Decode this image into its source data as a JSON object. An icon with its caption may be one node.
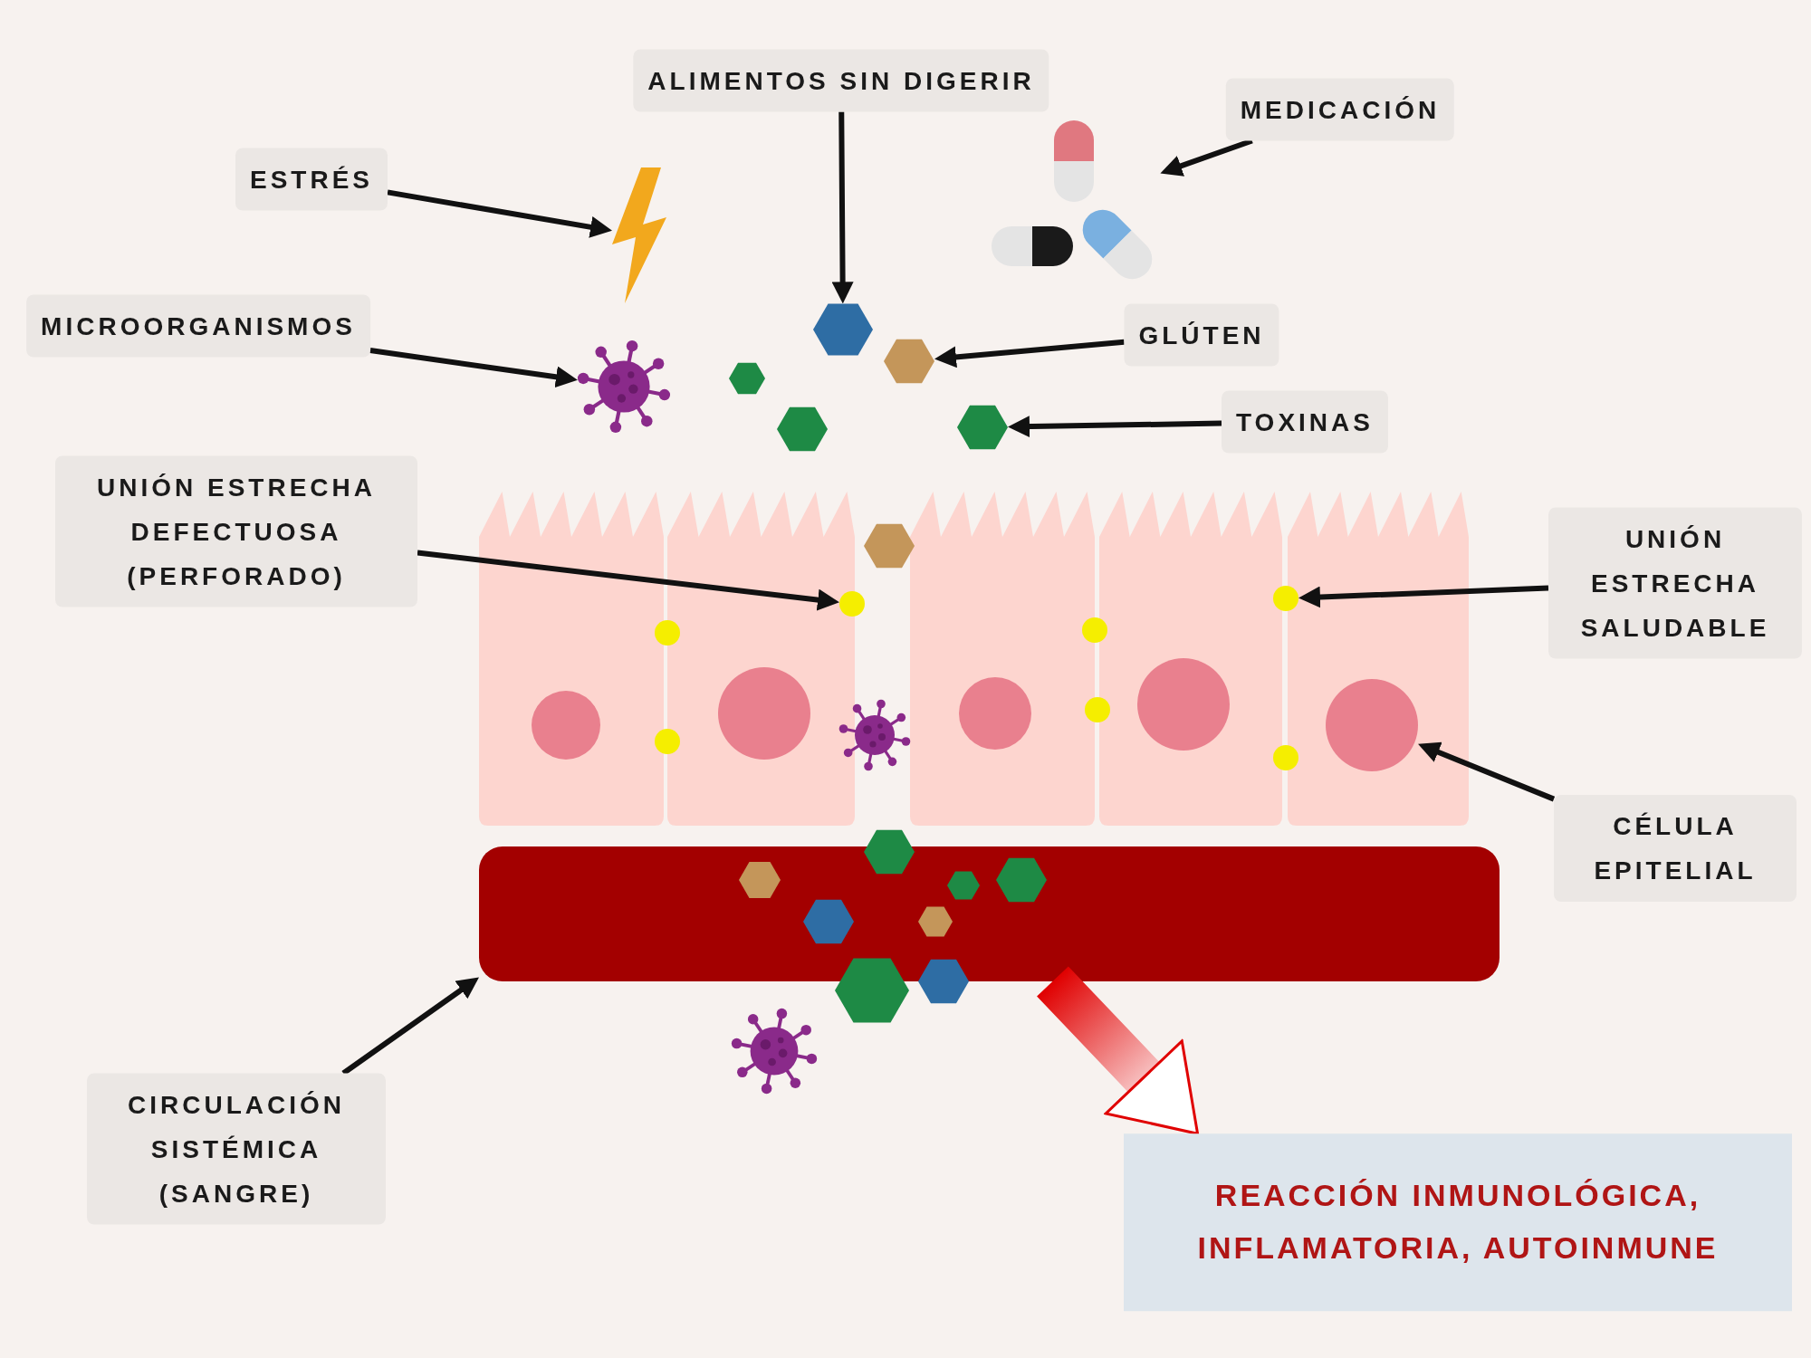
{
  "diagram": {
    "nodes": [
      {
        "text": [
          "ALIMENTOS SIN DIGERIR"
        ]
      },
      {
        "text": [
          "MEDICACIÓN"
        ]
      },
      {
        "text": [
          "ESTRÉS"
        ]
      },
      {
        "text": [
          "MICROORGANISMOS"
        ]
      },
      {
        "text": [
          "GLÚTEN"
        ]
      },
      {
        "text": [
          "TOXINAS"
        ]
      },
      {
        "text": [
          "UNIÓN ESTRECHA DEFECTUOSA (PERFORADO)"
        ]
      },
      {
        "text": [
          "UNIÓN ESTRECHA SALUDABLE"
        ]
      },
      {
        "text": [
          "CÉLULA EPITELIAL"
        ]
      },
      {
        "text": [
          "CIRCULACIÓN SISTÉMICA (SANGRE)"
        ]
      },
      {
        "text": [
          "REACCIÓN INMUNOLÓGICA, INFLAMATORIA, AUTOINMUNE"
        ]
      },
      {
        "text": [],
        "shape": "picture"
      },
      {
        "text": [],
        "shape": "picture"
      },
      {
        "text": [],
        "shape": "hexagon"
      },
      {
        "text": [],
        "shape": "picture"
      },
      {
        "text": [],
        "shape": "hexagon"
      },
      {
        "text": [],
        "shape": "hexagon"
      },
      {
        "text": [],
        "shape": "circle"
      },
      {
        "text": [],
        "shape": "circle"
      },
      {
        "text": [],
        "shape": "circle"
      },
      {
        "text": [],
        "shape": "bar"
      },
      {
        "text": [],
        "shape": "circle"
      },
      {
        "text": [],
        "shape": "circle"
      },
      {
        "text": [],
        "shape": "circle"
      },
      {
        "text": [],
        "shape": "circle"
      },
      {
        "text": [],
        "shape": "circle"
      },
      {
        "text": [],
        "shape": "hexagon"
      },
      {
        "text": [],
        "shape": "hexagon"
      },
      {
        "text": [],
        "shape": "hexagon"
      },
      {
        "text": [],
        "shape": "hexagon",
        "in": 20
      },
      {
        "text": [],
        "shape": "hexagon"
      },
      {
        "text": [],
        "shape": "hexagon",
        "in": 20
      },
      {
        "text": [],
        "shape": "hexagon",
        "in": 20
      },
      {
        "text": [],
        "shape": "hexagon",
        "in": 20
      },
      {
        "text": [],
        "shape": "hexagon",
        "in": 20
      },
      {
        "text": [],
        "shape": "hexagon"
      },
      {
        "text": [],
        "shape": "hexagon"
      },
      {
        "text": [],
        "shape": "circle"
      },
      {
        "text": [],
        "shape": "circle"
      },
      {
        "text": [],
        "shape": "circle"
      },
      {
        "text": [],
        "shape": "circle"
      },
      {
        "text": [],
        "shape": "picture"
      },
      {
        "text": [],
        "shape": "picture"
      }
    ],
    "edges": [
      {
        "from": 0,
        "to": 13,
        "arrow": "to"
      },
      {
        "from": 1,
        "to": 12,
        "arrow": "to"
      },
      {
        "from": 2,
        "to": 11,
        "arrow": "to"
      },
      {
        "from": 3,
        "to": 14,
        "arrow": "to"
      },
      {
        "from": 4,
        "to": 15,
        "arrow": "to"
      },
      {
        "from": 5,
        "to": 16,
        "arrow": "to"
      },
      {
        "from": 6,
        "to": 17,
        "arrow": "to"
      },
      {
        "from": 7,
        "to": 18,
        "arrow": "to"
      },
      {
        "from": 8,
        "to": 19,
        "arrow": "to"
      },
      {
        "from": 9,
        "to": 20,
        "arrow": "to"
      },
      {
        "from": 20,
        "to": 10,
        "arrow": "to",
        "style": "thick",
        "color": "#e00000"
      }
    ]
  }
}
